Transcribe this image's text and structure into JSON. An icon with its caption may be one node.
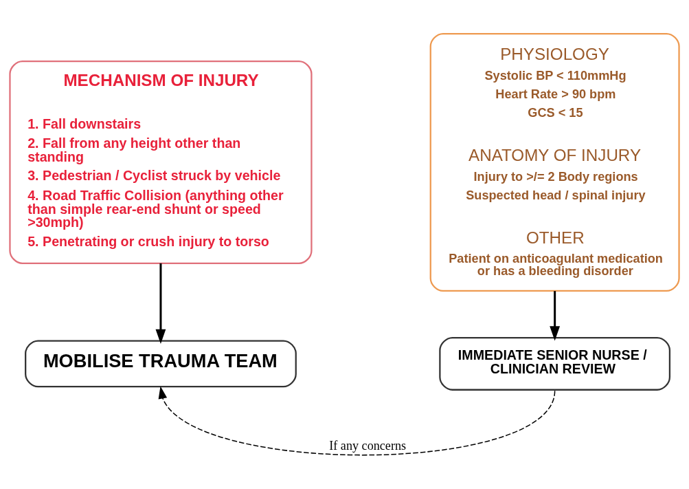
{
  "diagram": {
    "nodes": [
      {
        "text": [
          "MECHANISM OF INJURY",
          "1. Fall downstairs",
          "2. Fall from any height other than standing",
          "3. Pedestrian / Cyclist struck by vehicle",
          "4. Road Traffic Collision (anything other than simple rear-end shunt or speed >30mph)",
          "5. Penetrating or crush injury to torso"
        ]
      },
      {
        "text": [
          "PHYSIOLOGY",
          "Systolic BP < 110mmHg",
          "Heart Rate > 90 bpm",
          "GCS < 15",
          "ANATOMY OF INJURY",
          "Injury to >/= 2 Body regions",
          "Suspected head / spinal injury",
          "OTHER",
          "Patient on anticoagulant medication or has a bleeding disorder"
        ]
      },
      {
        "text": [
          "MOBILISE TRAUMA TEAM"
        ]
      },
      {
        "text": [
          "IMMEDIATE SENIOR NURSE / CLINICIAN REVIEW"
        ]
      }
    ],
    "edges": [
      {
        "from": 0,
        "to": 2,
        "arrow": "to"
      },
      {
        "from": 1,
        "to": 3,
        "arrow": "to"
      },
      {
        "from": 3,
        "to": 2,
        "arrow": "to",
        "label": "If any concerns",
        "style": "dashed"
      }
    ]
  }
}
